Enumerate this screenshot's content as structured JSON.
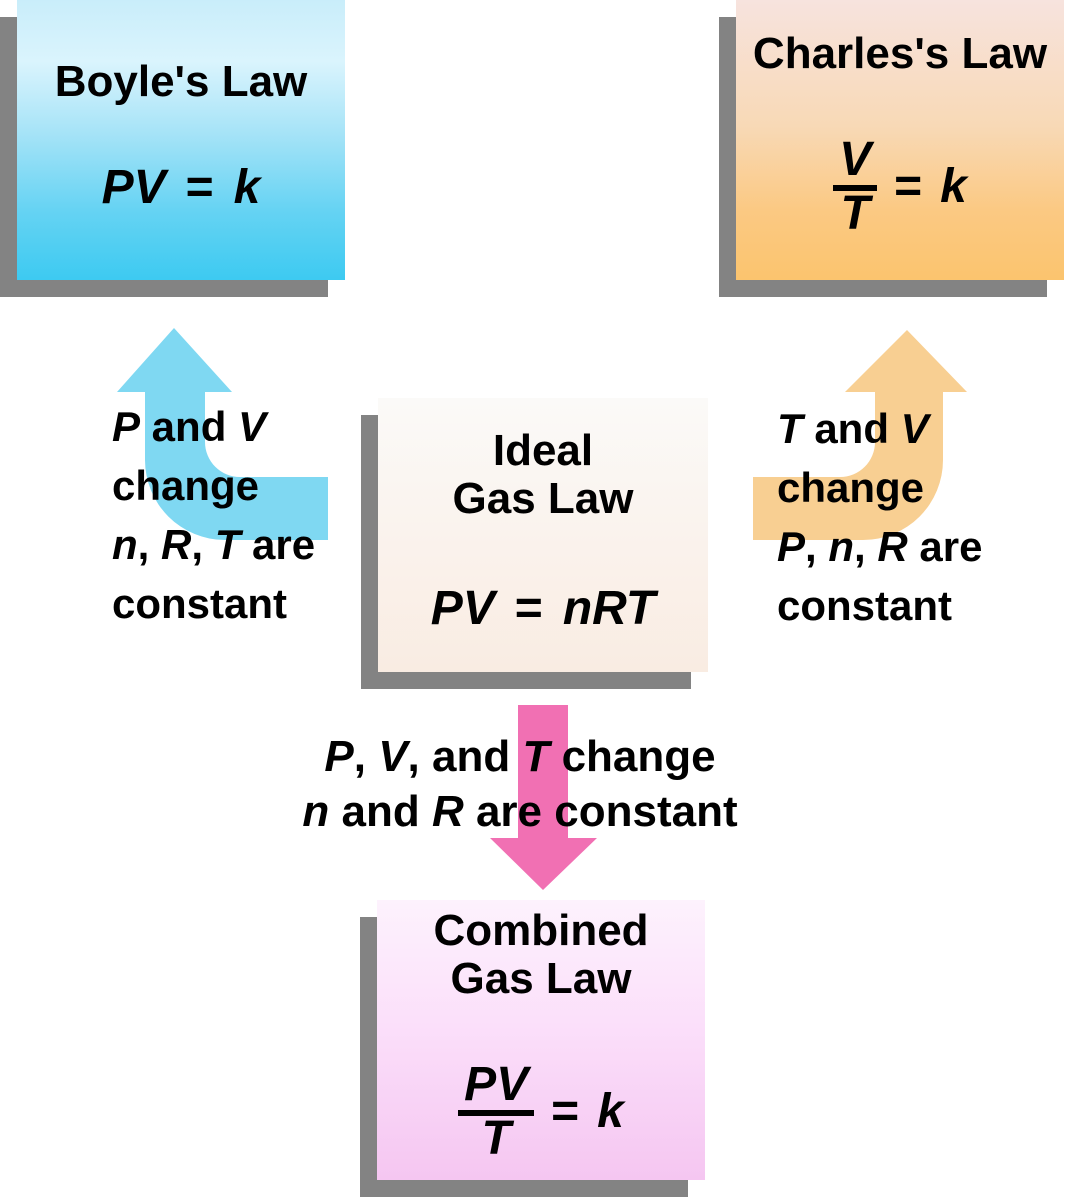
{
  "colors": {
    "background": "#ffffff",
    "shadow": "#838383",
    "blue_arrow": "#7fd8f2",
    "orange_arrow": "#f8cf92",
    "pink_arrow": "#f170b3",
    "boyle_gradient_top": "#c9edfa",
    "boyle_gradient_bottom": "#3dcaf1",
    "charles_gradient_top": "#f7e3de",
    "charles_gradient_bottom": "#fbc46e",
    "ideal_gradient_top": "#fbfaf8",
    "ideal_gradient_bottom": "#f9ece2",
    "combined_gradient_top": "#fdf2fd",
    "combined_gradient_bottom": "#f5c6f1",
    "text": "#000000"
  },
  "boxes": {
    "boyle": {
      "title": "Boyle's Law",
      "formula": [
        {
          "t": "PV",
          "i": true
        },
        {
          "t": "=",
          "i": false,
          "cls": "eq"
        },
        {
          "t": "k",
          "i": true
        }
      ]
    },
    "charles": {
      "title": "Charles's Law",
      "formula_num": [
        {
          "t": "V",
          "i": true
        }
      ],
      "formula_den": [
        {
          "t": "T",
          "i": true
        }
      ],
      "formula_rhs": [
        {
          "t": "=",
          "i": false,
          "cls": "eqr"
        },
        {
          "t": "k",
          "i": true
        }
      ]
    },
    "ideal": {
      "title_line1": "Ideal",
      "title_line2": "Gas Law",
      "formula": [
        {
          "t": "PV",
          "i": true
        },
        {
          "t": "=",
          "i": false,
          "cls": "eq"
        },
        {
          "t": "nRT",
          "i": true
        }
      ]
    },
    "combined": {
      "title_line1": "Combined",
      "title_line2": "Gas Law",
      "formula_num": [
        {
          "t": "PV",
          "i": true
        }
      ],
      "formula_den": [
        {
          "t": "T",
          "i": true
        }
      ],
      "formula_rhs": [
        {
          "t": "=",
          "i": false,
          "cls": "eqr"
        },
        {
          "t": "k",
          "i": true
        }
      ]
    }
  },
  "annotations": {
    "left": {
      "lines": [
        [
          {
            "t": "P",
            "i": true
          },
          {
            "t": " and ",
            "i": false
          },
          {
            "t": "V",
            "i": true
          }
        ],
        [
          {
            "t": "change",
            "i": false
          }
        ],
        [
          {
            "t": "n",
            "i": true
          },
          {
            "t": ", ",
            "i": false
          },
          {
            "t": "R",
            "i": true
          },
          {
            "t": ", ",
            "i": false
          },
          {
            "t": "T",
            "i": true
          },
          {
            "t": " are",
            "i": false
          }
        ],
        [
          {
            "t": "constant",
            "i": false
          }
        ]
      ]
    },
    "right": {
      "lines": [
        [
          {
            "t": "T",
            "i": true
          },
          {
            "t": " and ",
            "i": false
          },
          {
            "t": "V",
            "i": true
          }
        ],
        [
          {
            "t": "change",
            "i": false
          }
        ],
        [
          {
            "t": "P",
            "i": true
          },
          {
            "t": ", ",
            "i": false
          },
          {
            "t": "n",
            "i": true
          },
          {
            "t": ", ",
            "i": false
          },
          {
            "t": "R",
            "i": true
          },
          {
            "t": " are",
            "i": false
          }
        ],
        [
          {
            "t": "constant",
            "i": false
          }
        ]
      ]
    },
    "bottom": {
      "lines": [
        [
          {
            "t": "P",
            "i": true
          },
          {
            "t": ", ",
            "i": false
          },
          {
            "t": "V",
            "i": true
          },
          {
            "t": ", and ",
            "i": false
          },
          {
            "t": "T",
            "i": true
          },
          {
            "t": " change",
            "i": false
          }
        ],
        [
          {
            "t": "n",
            "i": true
          },
          {
            "t": " and ",
            "i": false
          },
          {
            "t": "R",
            "i": true
          },
          {
            "t": " are constant",
            "i": false
          }
        ]
      ]
    }
  }
}
